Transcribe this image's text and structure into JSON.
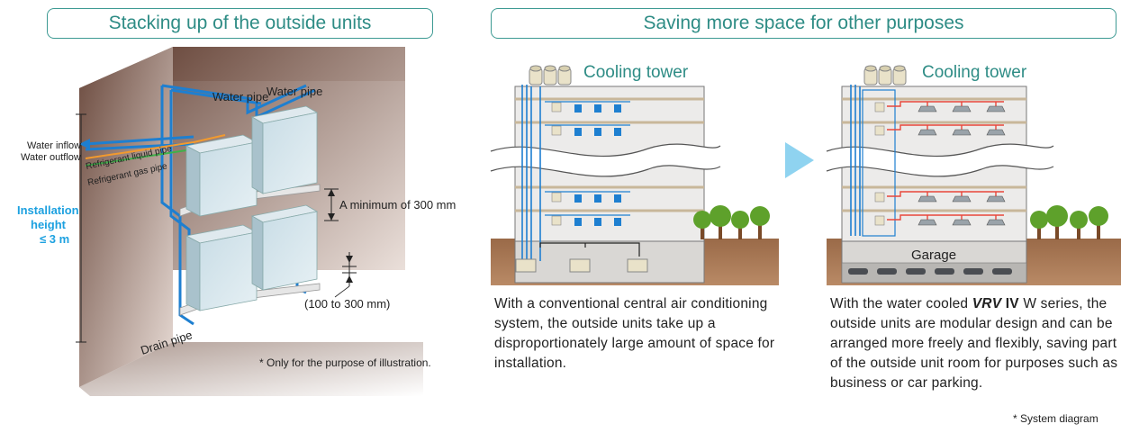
{
  "left_panel": {
    "heading": "Stacking up of the outside units",
    "labels": {
      "water_pipe_1": "Water pipe",
      "water_pipe_2": "Water pipe",
      "water_inflow": "Water inflow",
      "water_outflow": "Water outflow",
      "refrigerant_liquid": "Refrigerant liquid pipe",
      "refrigerant_gas": "Refrigerant gas pipe",
      "installation_height_1": "Installation",
      "installation_height_2": "height",
      "installation_height_3": "≤ 3 m",
      "min_spacing": "A minimum of 300 mm",
      "base_range": "(100 to 300 mm)",
      "drain_pipe": "Drain pipe"
    },
    "note": "* Only for the purpose of illustration."
  },
  "right_panel": {
    "heading": "Saving more space for other purposes",
    "conventional": {
      "cooling_tower_label": "Cooling tower",
      "caption": "With a conventional central air conditioning system, the outside units take up a disproportionately large amount of space for installation."
    },
    "vrv": {
      "cooling_tower_label": "Cooling tower",
      "garage_label": "Garage",
      "caption_pre": "With the water cooled ",
      "caption_brand": "VRV",
      "caption_model": " IV",
      "caption_post": " W series, the outside units are modular design and can be arranged more freely and flexibly, saving part of the outside unit room for purposes such as business or car parking."
    },
    "note": "* System diagram"
  },
  "colors": {
    "accent_teal": "#2e8c85",
    "pipe_blue": "#1e7fd0",
    "refrigerant_red": "#e8463a",
    "installation_blue": "#1da1e0",
    "arrow_light_blue": "#8fd3f0",
    "ground_brown": "#8a5a3c"
  }
}
